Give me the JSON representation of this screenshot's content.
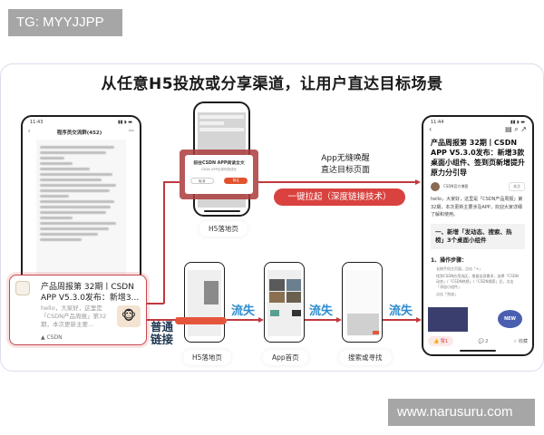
{
  "watermarks": {
    "top": "TG: MYYJJPP",
    "bottom": "www.narusuru.com"
  },
  "title": "从任意H5投放或分享渠道，让用户直达目标场景",
  "colors": {
    "accent_red": "#c0393f",
    "pill_red": "#d9423f",
    "loss_blue": "#2e8ccf",
    "panel_border": "#dcdcef"
  },
  "chat_phone": {
    "time": "11:43",
    "group_title": "程序员交流群(452)",
    "back_icon": "‹",
    "more_icon": "···"
  },
  "share_card": {
    "title": "产品周报第 32期丨CSDN APP V5.3.0发布：新增3...",
    "description": "hello，大家好，这里是「CSDN产品周报」第32期，本次更新主要...",
    "source": "CSDN",
    "thumb_icon": "🐵"
  },
  "h5_top": {
    "dialog_title": "前往CSDN APP阅读全文",
    "dialog_sub": "CSDN APP记录你的成长",
    "cancel_label": "取消",
    "open_label": "前往",
    "caption": "H5落地页"
  },
  "deep_link": {
    "label_line1": "App无缝唤醒",
    "label_line2": "直达目标页面",
    "pill": "一键拉起（深度链接技术）"
  },
  "normal_flow": {
    "link_label_line1": "普通",
    "link_label_line2": "链接",
    "loss_label": "流失",
    "steps": [
      {
        "caption": "H5落地页"
      },
      {
        "caption": "App首页"
      },
      {
        "caption": "搜索或寻找"
      }
    ]
  },
  "result_phone": {
    "time": "11:44",
    "back_icon": "‹",
    "title": "产品周报第 32期丨CSDN APP V5.3.0发布：新增3款桌面小组件、签到页新增提升原力分引导",
    "author": "CSDN官方博客",
    "follow": "关注",
    "intro": "hello，大家好，这里是「CSDN产品周报」第32期，本次更新主要涉及APP，欢迎大家详细了解和使用。",
    "quote": "一、新增「发动态、搜索、热榜」3个桌面小组件",
    "step_heading": "1、操作步骤：",
    "list": [
      "长按手机主页面，点击「+」",
      "找到CSDN应用选区，根据自身需求，选择「CSDN动态」/「CSDN热榜」/「CSDN搜索」后，点击「添加小组件」",
      "点击「完成」"
    ],
    "like_label": "赞1",
    "comment_count": "2",
    "collect_label": "收藏",
    "sticker_text": "NEW"
  }
}
